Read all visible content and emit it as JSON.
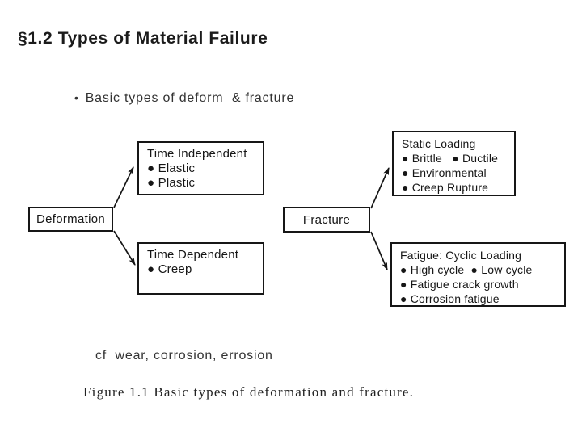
{
  "slide": {
    "title": "§1.2 Types of Material Failure",
    "bullet": {
      "glyph": "•",
      "text": "Basic types of deform  & fracture"
    },
    "cf_note": "cf  wear, corrosion, errosion",
    "figure_caption": "Figure 1.1 Basic types of deformation and fracture."
  },
  "diagram": {
    "ink_color": "#161616",
    "deformation": {
      "label": "Deformation"
    },
    "time_independent": {
      "title": "Time Independent",
      "items": [
        "● Elastic",
        "● Plastic"
      ]
    },
    "time_dependent": {
      "title": "Time Dependent",
      "items": [
        "● Creep"
      ]
    },
    "fracture": {
      "label": "Fracture"
    },
    "static_loading": {
      "title": "Static Loading",
      "items": [
        "● Brittle   ● Ductile",
        "● Environmental",
        "● Creep Rupture"
      ]
    },
    "fatigue": {
      "title": "Fatigue: Cyclic Loading",
      "items": [
        "● High cycle  ● Low cycle",
        "● Fatigue crack growth",
        "● Corrosion fatigue"
      ]
    }
  }
}
